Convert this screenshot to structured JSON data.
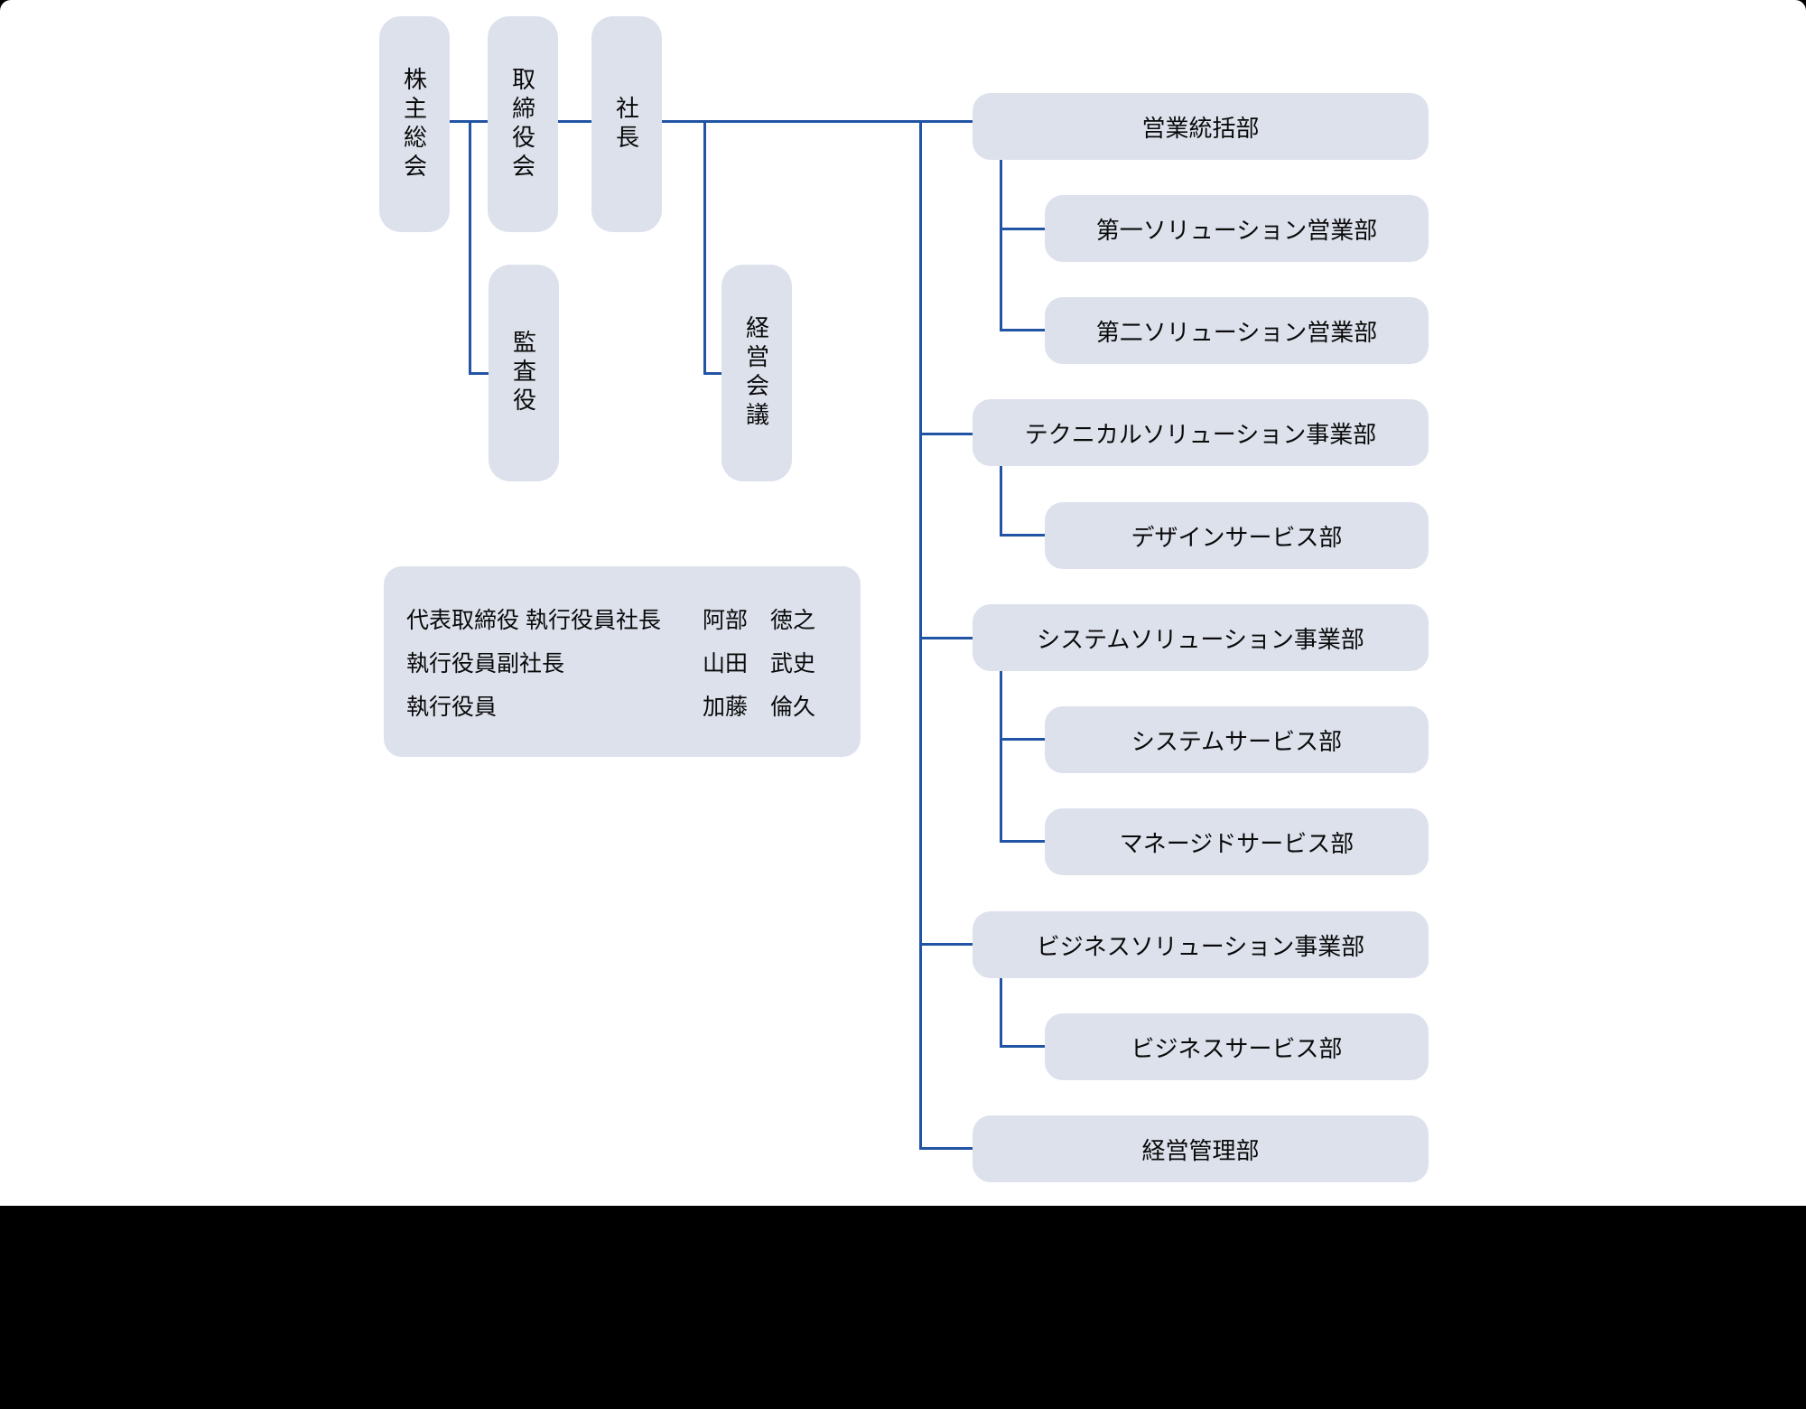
{
  "colors": {
    "background": "#000000",
    "canvas": "#ffffff",
    "box_fill": "#dce1ec",
    "connector": "#2154a4",
    "text": "#0a0a0a"
  },
  "governance": {
    "shareholders_meeting": "株主総会",
    "board_of_directors": "取締役会",
    "president": "社長",
    "auditor": "監査役",
    "management_council": "経営会議"
  },
  "executives": {
    "rows": [
      {
        "title": "代表取締役 執行役員社長",
        "name": "阿部　徳之"
      },
      {
        "title": "執行役員副社長",
        "name": "山田　武史"
      },
      {
        "title": "執行役員",
        "name": "加藤　倫久"
      }
    ]
  },
  "departments": [
    {
      "label": "営業統括部",
      "children": [
        "第一ソリューション営業部",
        "第二ソリューション営業部"
      ]
    },
    {
      "label": "テクニカルソリューション事業部",
      "children": [
        "デザインサービス部"
      ]
    },
    {
      "label": "システムソリューション事業部",
      "children": [
        "システムサービス部",
        "マネージドサービス部"
      ]
    },
    {
      "label": "ビジネスソリューション事業部",
      "children": [
        "ビジネスサービス部"
      ]
    },
    {
      "label": "経営管理部",
      "children": []
    }
  ]
}
